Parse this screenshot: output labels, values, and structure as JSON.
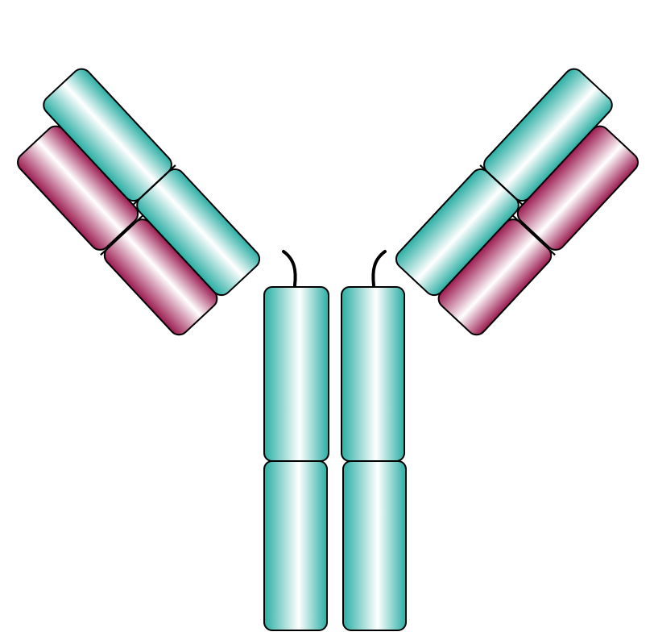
{
  "diagram": {
    "type": "antibody-illustration",
    "colors": {
      "heavy_chain": "#2aaea4",
      "heavy_chain_highlight": "#ffffff",
      "light_chain": "#9b1a50",
      "light_chain_highlight": "#ffffff",
      "outline": "#000000",
      "background": "#ffffff"
    },
    "parts": {
      "fc_stem_left": [
        "upper-domain",
        "lower-domain"
      ],
      "fc_stem_right": [
        "upper-domain",
        "lower-domain"
      ],
      "fab_arm_left": [
        "heavy-constant-domain",
        "heavy-variable-domain",
        "light-constant-domain",
        "light-variable-domain"
      ],
      "fab_arm_right": [
        "heavy-constant-domain",
        "heavy-variable-domain",
        "light-constant-domain",
        "light-variable-domain"
      ],
      "hinge_left": "hinge-linker",
      "hinge_right": "hinge-linker"
    }
  }
}
